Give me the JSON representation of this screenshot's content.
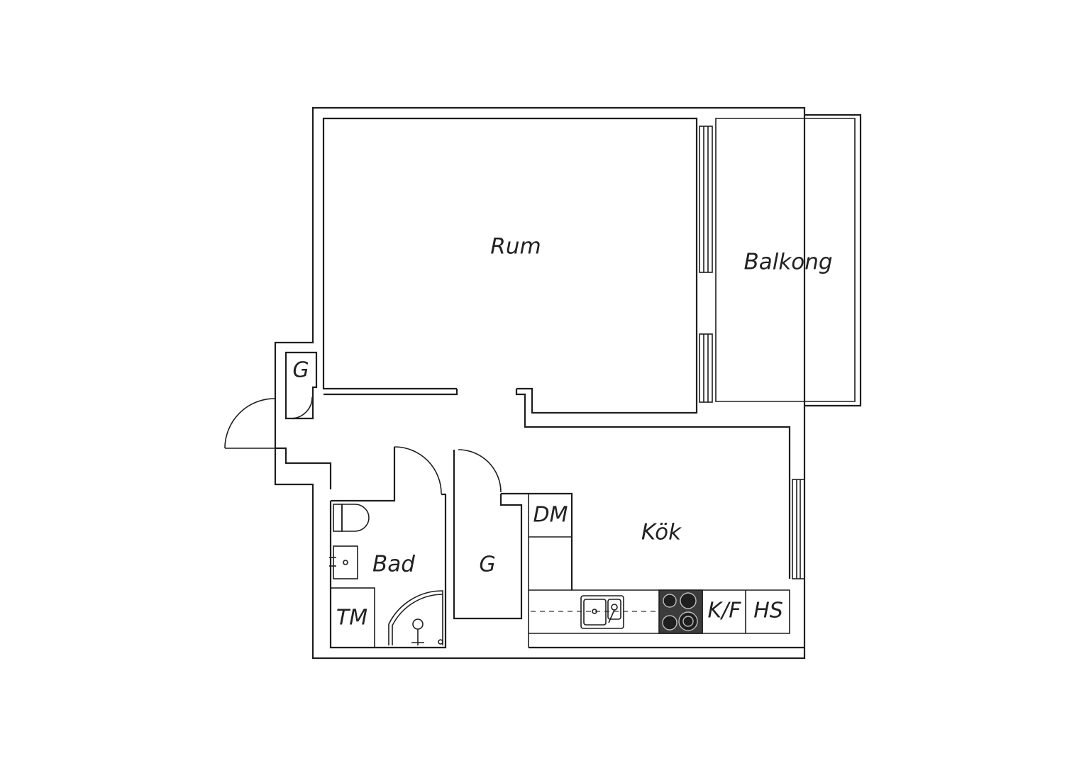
{
  "rooms": {
    "rum": "Rum",
    "balkong": "Balkong",
    "kok": "Kök",
    "bad": "Bad"
  },
  "fixtures": {
    "entry_closet": "G",
    "hall_closet": "G",
    "dishwasher": "DM",
    "washing_machine": "TM",
    "fridge_freezer": "K/F",
    "tall_cabinet": "HS"
  },
  "icons": [
    "door-swing-icon",
    "window-icon",
    "toilet-icon",
    "washbasin-icon",
    "shower-icon",
    "kitchen-sink-icon",
    "stove-icon"
  ],
  "colors": {
    "line": "#1e1e1e",
    "background": "#ffffff",
    "stove": "#3c3c3c"
  }
}
